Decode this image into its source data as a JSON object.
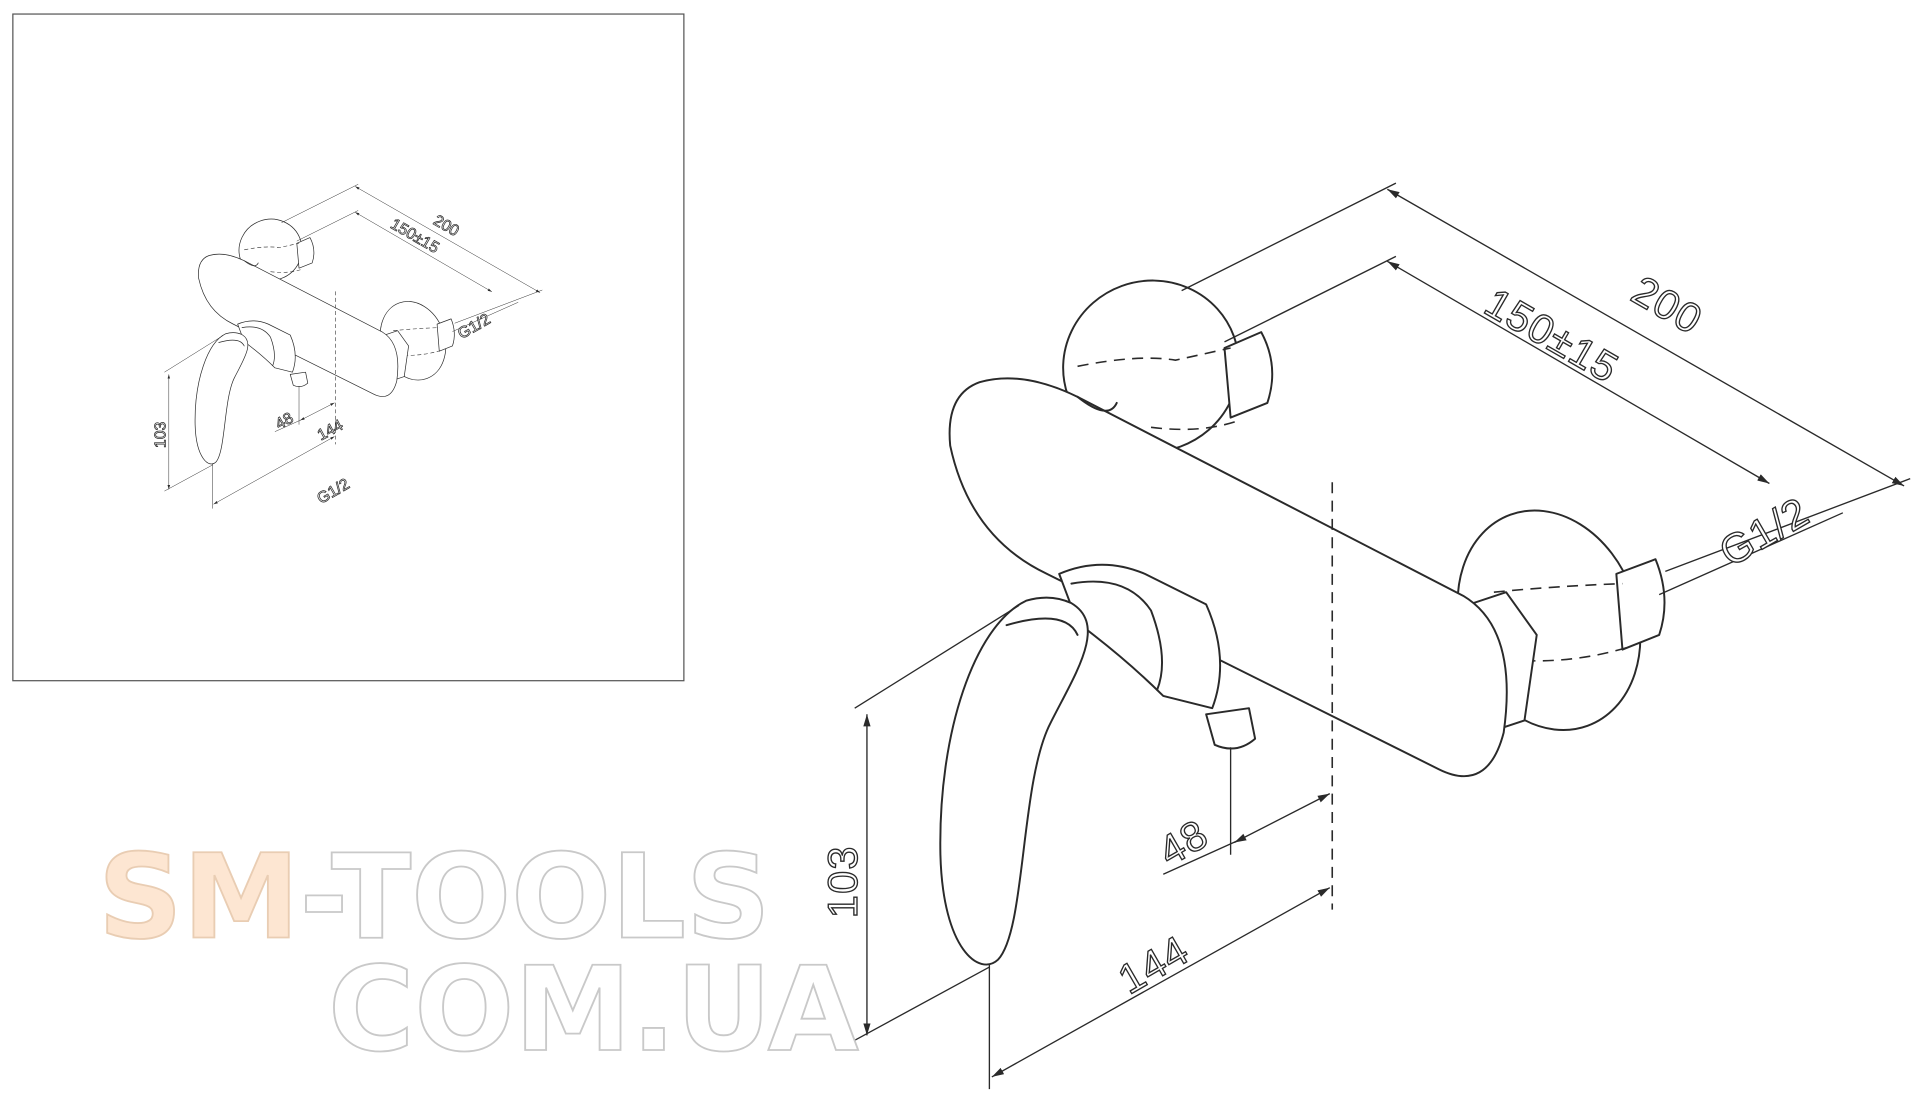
{
  "main_drawing": {
    "dimensions": {
      "overall_width": "200",
      "center_distance": "150±15",
      "thread": "G1/2",
      "height": "103",
      "outlet_offset": "48",
      "depth": "144"
    }
  },
  "thumbnail": {
    "dimensions": {
      "overall_width": "200",
      "center_distance": "150±15",
      "thread": "G1/2",
      "outlet_thread": "G1/2",
      "height": "103",
      "outlet_offset": "48",
      "depth": "144"
    }
  },
  "watermark": {
    "brand_accent": "SM",
    "brand_rest": "-TOOLS",
    "domain": "COM.UA",
    "accent_color": "#fde6d2"
  }
}
